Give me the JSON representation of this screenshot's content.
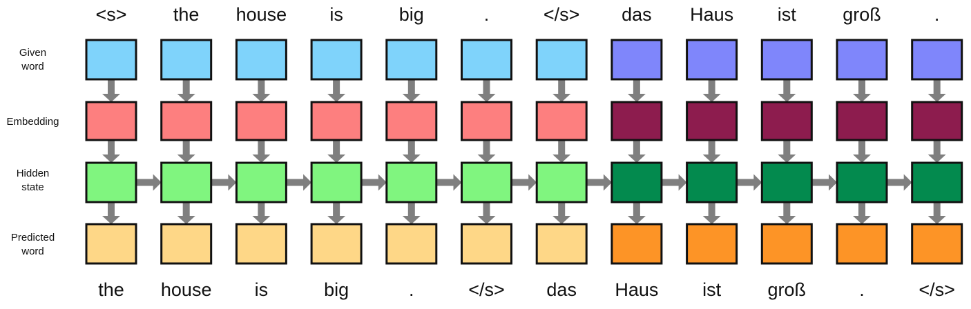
{
  "input_words": [
    "<s>",
    "the",
    "house",
    "is",
    "big",
    ".",
    "</s>",
    "das",
    "Haus",
    "ist",
    "groß",
    "."
  ],
  "output_words": [
    "the",
    "house",
    "is",
    "big",
    ".",
    "</s>",
    "das",
    "Haus",
    "ist",
    "groß",
    ".",
    "</s>"
  ],
  "row_labels": {
    "given": "Given\nword",
    "embedding": "Embedding",
    "hidden": "Hidden\nstate",
    "predicted": "Predicted\nword"
  },
  "source_length": 7,
  "colors": {
    "given_source": "#7fd3fb",
    "given_target": "#7f86fb",
    "embedding_source": "#fd7f7f",
    "embedding_target": "#8d1c4e",
    "hidden_source": "#80f57f",
    "hidden_target": "#038a4e",
    "predicted_source": "#fed787",
    "predicted_target": "#fd9426",
    "arrow": "#7f7f7f",
    "border": "#111111"
  }
}
